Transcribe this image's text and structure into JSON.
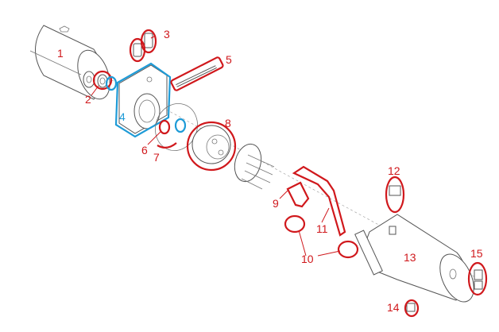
{
  "highlight_red": "#d0181c",
  "highlight_blue": "#1e9bd7",
  "line_color": "#555555",
  "labels": {
    "p1": "1",
    "p2": "2",
    "p3": "3",
    "p4": "4",
    "p5": "5",
    "p6": "6",
    "p7": "7",
    "p8": "8",
    "p9": "9",
    "p10": "10",
    "p11": "11",
    "p12": "12",
    "p13": "13",
    "p14": "14",
    "p15": "15"
  }
}
